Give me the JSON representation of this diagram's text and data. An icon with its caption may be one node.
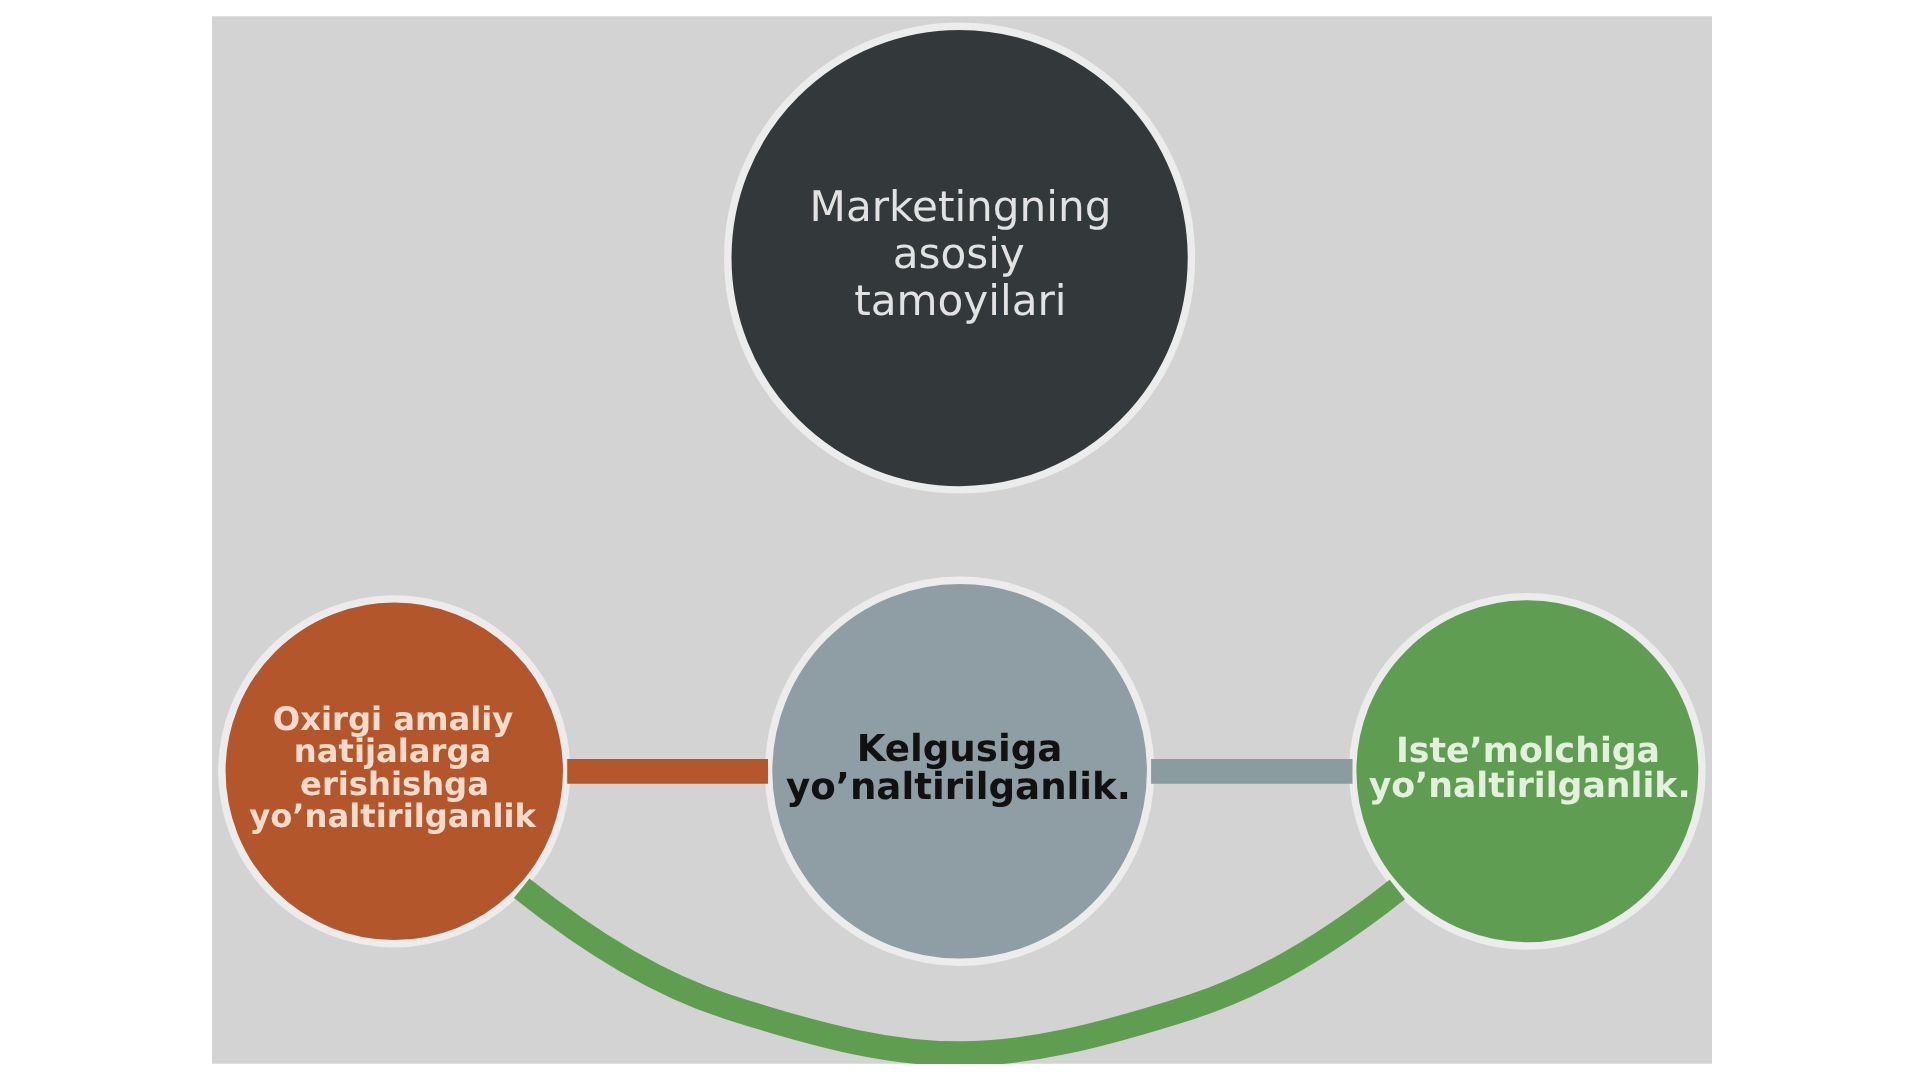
{
  "diagram": {
    "nodes": [
      {
        "text": [
          "Kelgusiga yo’naltirilganlik."
        ]
      },
      {
        "text": [
          "Marketingning asosiy tamoyilari"
        ]
      },
      {
        "text": [
          "Oxirgi amaliy natijalarga erishishga yo’naltirilganlik"
        ]
      },
      {
        "text": [
          "Iste’molchiga yo’naltirilganlik."
        ]
      }
    ],
    "edges": [
      {
        "from": 0,
        "to": 3,
        "arrow": "none",
        "color": "#8b9ca1"
      },
      {
        "from": 3,
        "to": 2,
        "arrow": "none",
        "color": "#5f9d50"
      },
      {
        "from": 2,
        "to": 0,
        "arrow": "none",
        "color": "#b5572b"
      }
    ]
  }
}
